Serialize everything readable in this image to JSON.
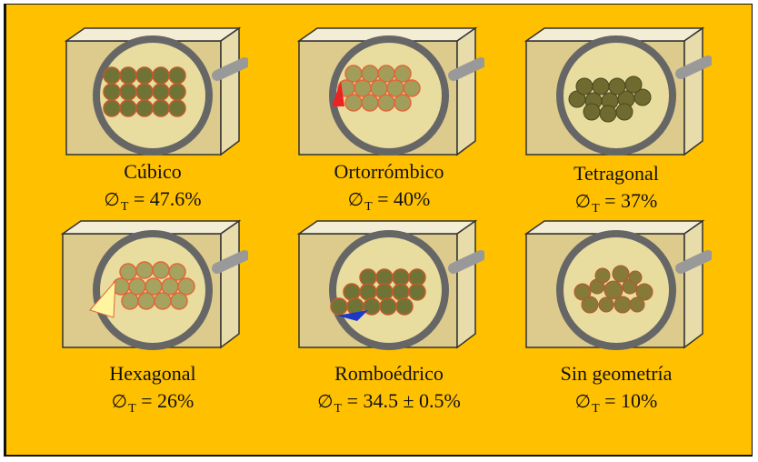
{
  "panel": {
    "background": "#ffc000",
    "items": [
      {
        "name": "Cúbico",
        "symbol": "∅",
        "subscript": "T",
        "value": "= 47.6%"
      },
      {
        "name": "Ortorrómbico",
        "symbol": "∅",
        "subscript": "T",
        "value": "= 40%"
      },
      {
        "name": "Tetragonal",
        "symbol": "∅",
        "subscript": "T",
        "value": "= 37%"
      },
      {
        "name": "Hexagonal",
        "symbol": "∅",
        "subscript": "T",
        "value": "= 26%"
      },
      {
        "name": "Romboédrico",
        "symbol": "∅",
        "subscript": "T",
        "value": "= 34.5 ± 0.5%"
      },
      {
        "name": "Sin geometría",
        "symbol": "∅",
        "subscript": "T",
        "value": "= 10%"
      }
    ]
  }
}
